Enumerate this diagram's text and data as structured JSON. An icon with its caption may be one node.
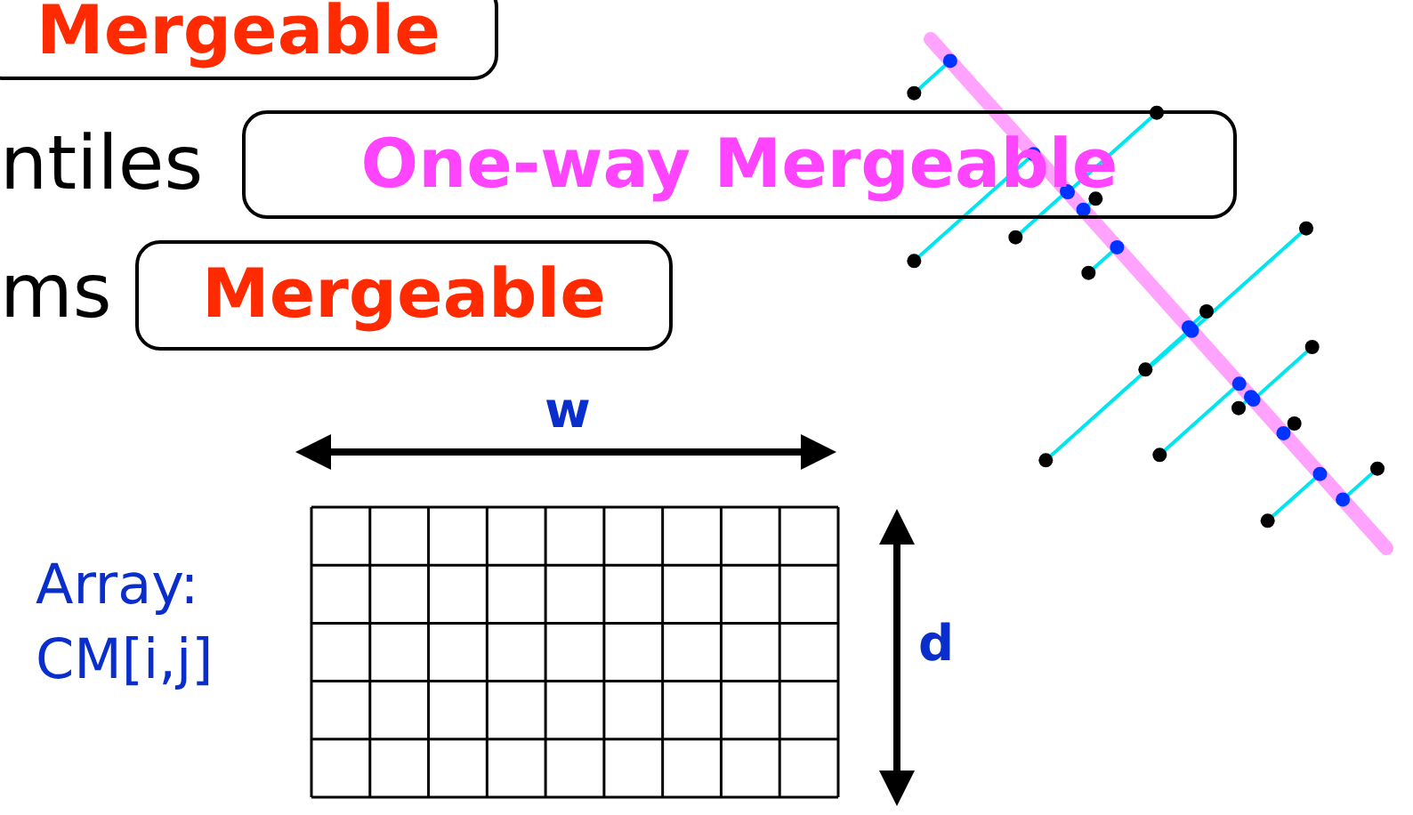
{
  "diagram": {
    "nodes": [
      {
        "text": [
          "Mergeable"
        ]
      },
      {
        "text": [
          "One-way Mergeable"
        ]
      },
      {
        "text": [
          "Mergeable"
        ]
      }
    ],
    "labels": [
      "ntiles",
      "ms",
      "w",
      "Array: CM[i,j]",
      "d"
    ]
  }
}
